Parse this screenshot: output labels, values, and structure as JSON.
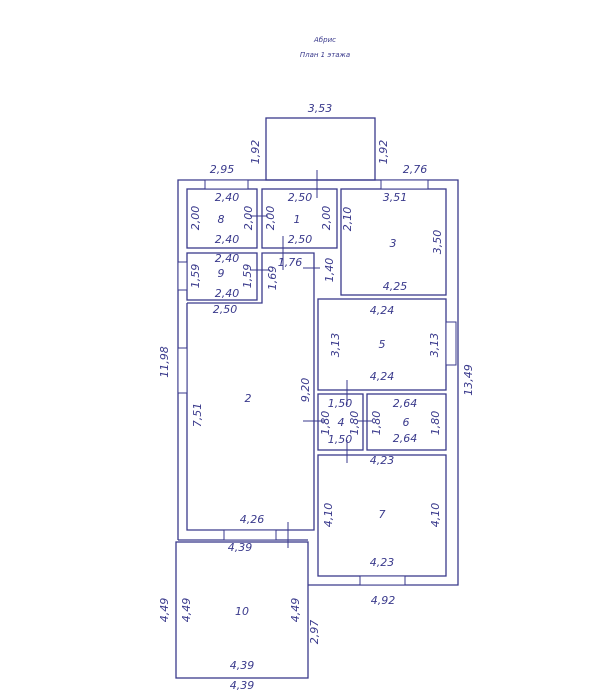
{
  "header": {
    "title": "Абрис",
    "subtitle": "План 1 этажа"
  },
  "colors": {
    "line": "#3a3a8c"
  },
  "ext": {
    "canopy_w": "3,53",
    "canopy_l": "1,92",
    "canopy_r": "1,92",
    "top_left": "2,95",
    "top_right": "2,76",
    "left_total": "11,98",
    "right_total": "13,49",
    "bottom_right": "4,92",
    "inner_h": "9,20",
    "bottom_left": "4,39",
    "porch_left": "4,49",
    "porch_right": "2,97",
    "porch_bottom": "4,39"
  },
  "rooms": {
    "r1": {
      "num": "1",
      "top": "2,50",
      "bottom": "2,50",
      "left": "2,00",
      "right": "2,00"
    },
    "r2": {
      "num": "2",
      "top": "2,50",
      "bottom": "4,26",
      "left": "7,51"
    },
    "r3": {
      "num": "3",
      "top": "3,51",
      "bottom": "4,25",
      "left": "2,10",
      "right": "3,50"
    },
    "r4": {
      "num": "4",
      "top": "1,50",
      "bottom": "1,50",
      "left": "1,80",
      "right": "1,80"
    },
    "r5": {
      "num": "5",
      "top": "4,24",
      "bottom": "4,24",
      "left": "3,13",
      "right": "3,13"
    },
    "r6": {
      "num": "6",
      "top": "2,64",
      "bottom": "2,64",
      "left": "1,80",
      "right": "1,80"
    },
    "r7": {
      "num": "7",
      "top": "4,23",
      "bottom": "4,23",
      "left": "4,10",
      "right": "4,10"
    },
    "r8": {
      "num": "8",
      "top": "2,40",
      "bottom": "2,40",
      "left": "2,00",
      "right": "2,00"
    },
    "r9": {
      "num": "9",
      "top": "2,40",
      "bottom": "2,40",
      "left": "1,59",
      "right": "1,59"
    },
    "r10": {
      "num": "10",
      "bottom": "4,39",
      "left": "4,49",
      "right": "4,49"
    },
    "corridor": {
      "w": "1,76",
      "h": "1,69",
      "h2": "1,40"
    }
  }
}
